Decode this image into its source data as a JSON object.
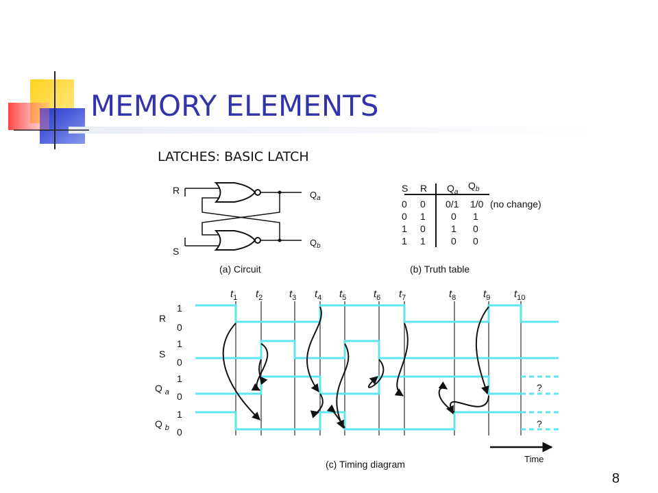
{
  "slide": {
    "title": "MEMORY ELEMENTS",
    "subtitle": "LATCHES:  BASIC LATCH",
    "page_number": "8"
  },
  "circuit": {
    "caption": "(a) Circuit",
    "inputs": [
      "R",
      "S"
    ],
    "outputs": [
      "Qa",
      "Qb"
    ]
  },
  "truth_table": {
    "caption": "(b) Truth table",
    "headers": [
      "S",
      "R",
      "Qa",
      "Qb"
    ],
    "rows": [
      [
        "0",
        "0",
        "0/1",
        "1/0",
        "(no change)"
      ],
      [
        "0",
        "1",
        "0",
        "1",
        ""
      ],
      [
        "1",
        "0",
        "1",
        "0",
        ""
      ],
      [
        "1",
        "1",
        "0",
        "0",
        ""
      ]
    ]
  },
  "timing": {
    "caption": "(c) Timing diagram",
    "time_label": "Time",
    "times": [
      "t1",
      "t2",
      "t3",
      "t4",
      "t5",
      "t6",
      "t7",
      "t8",
      "t9",
      "t10"
    ],
    "signals": [
      {
        "name": "R",
        "levels": [
          "1",
          "0"
        ]
      },
      {
        "name": "S",
        "levels": [
          "1",
          "0"
        ]
      },
      {
        "name": "Qa",
        "levels": [
          "1",
          "0"
        ]
      },
      {
        "name": "Qb",
        "levels": [
          "1",
          "0"
        ]
      }
    ],
    "unknown_marker": "?",
    "waveform_color": "#5ee6f0"
  },
  "colors": {
    "title": "#3333aa",
    "deco_yellow": "#ffd21e",
    "deco_blue": "#3344cc",
    "deco_red": "#ff4040"
  }
}
